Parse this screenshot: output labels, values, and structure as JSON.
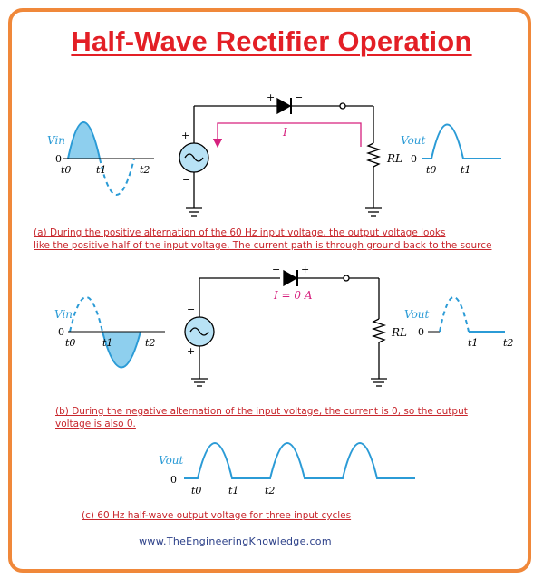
{
  "title": "Half-Wave Rectifier Operation",
  "panel_a": {
    "caption_line1": "(a) During the positive alternation of the 60 Hz input voltage, the output voltage looks",
    "caption_line2": " like the positive half of the input voltage. The current path is through ground back to the source",
    "input_label": "Vin",
    "output_label": "Vout",
    "zero": "0",
    "t0": "t0",
    "t1": "t1",
    "t2": "t2",
    "current_label": "I",
    "resistor_label": "RL",
    "diode_plus": "+",
    "diode_minus": "−",
    "source_plus": "+",
    "source_minus": "−"
  },
  "panel_b": {
    "caption_line1": "(b) During the negative alternation of the input voltage, the current is 0, so the output",
    "caption_line2": "voltage is also 0.",
    "input_label": "Vin",
    "output_label": "Vout",
    "zero": "0",
    "t0": "t0",
    "t1": "t1",
    "t2": "t2",
    "current_label": "I = 0 A",
    "resistor_label": "RL",
    "diode_plus": "+",
    "diode_minus": "−",
    "source_plus": "+",
    "source_minus": "−"
  },
  "panel_c": {
    "caption": "(c) 60 Hz half-wave output voltage for three input cycles",
    "output_label": "Vout",
    "zero": "0",
    "t0": "t0",
    "t1": "t1",
    "t2": "t2"
  },
  "footer": "www.TheEngineeringKnowledge.com",
  "colors": {
    "title": "#e31f26",
    "frame": "#f0883a",
    "wave": "#2b9bd6",
    "fill": "#8ecfee",
    "current_arrow": "#d6217e",
    "caption": "#c8262c",
    "footer": "#2b3f88"
  }
}
